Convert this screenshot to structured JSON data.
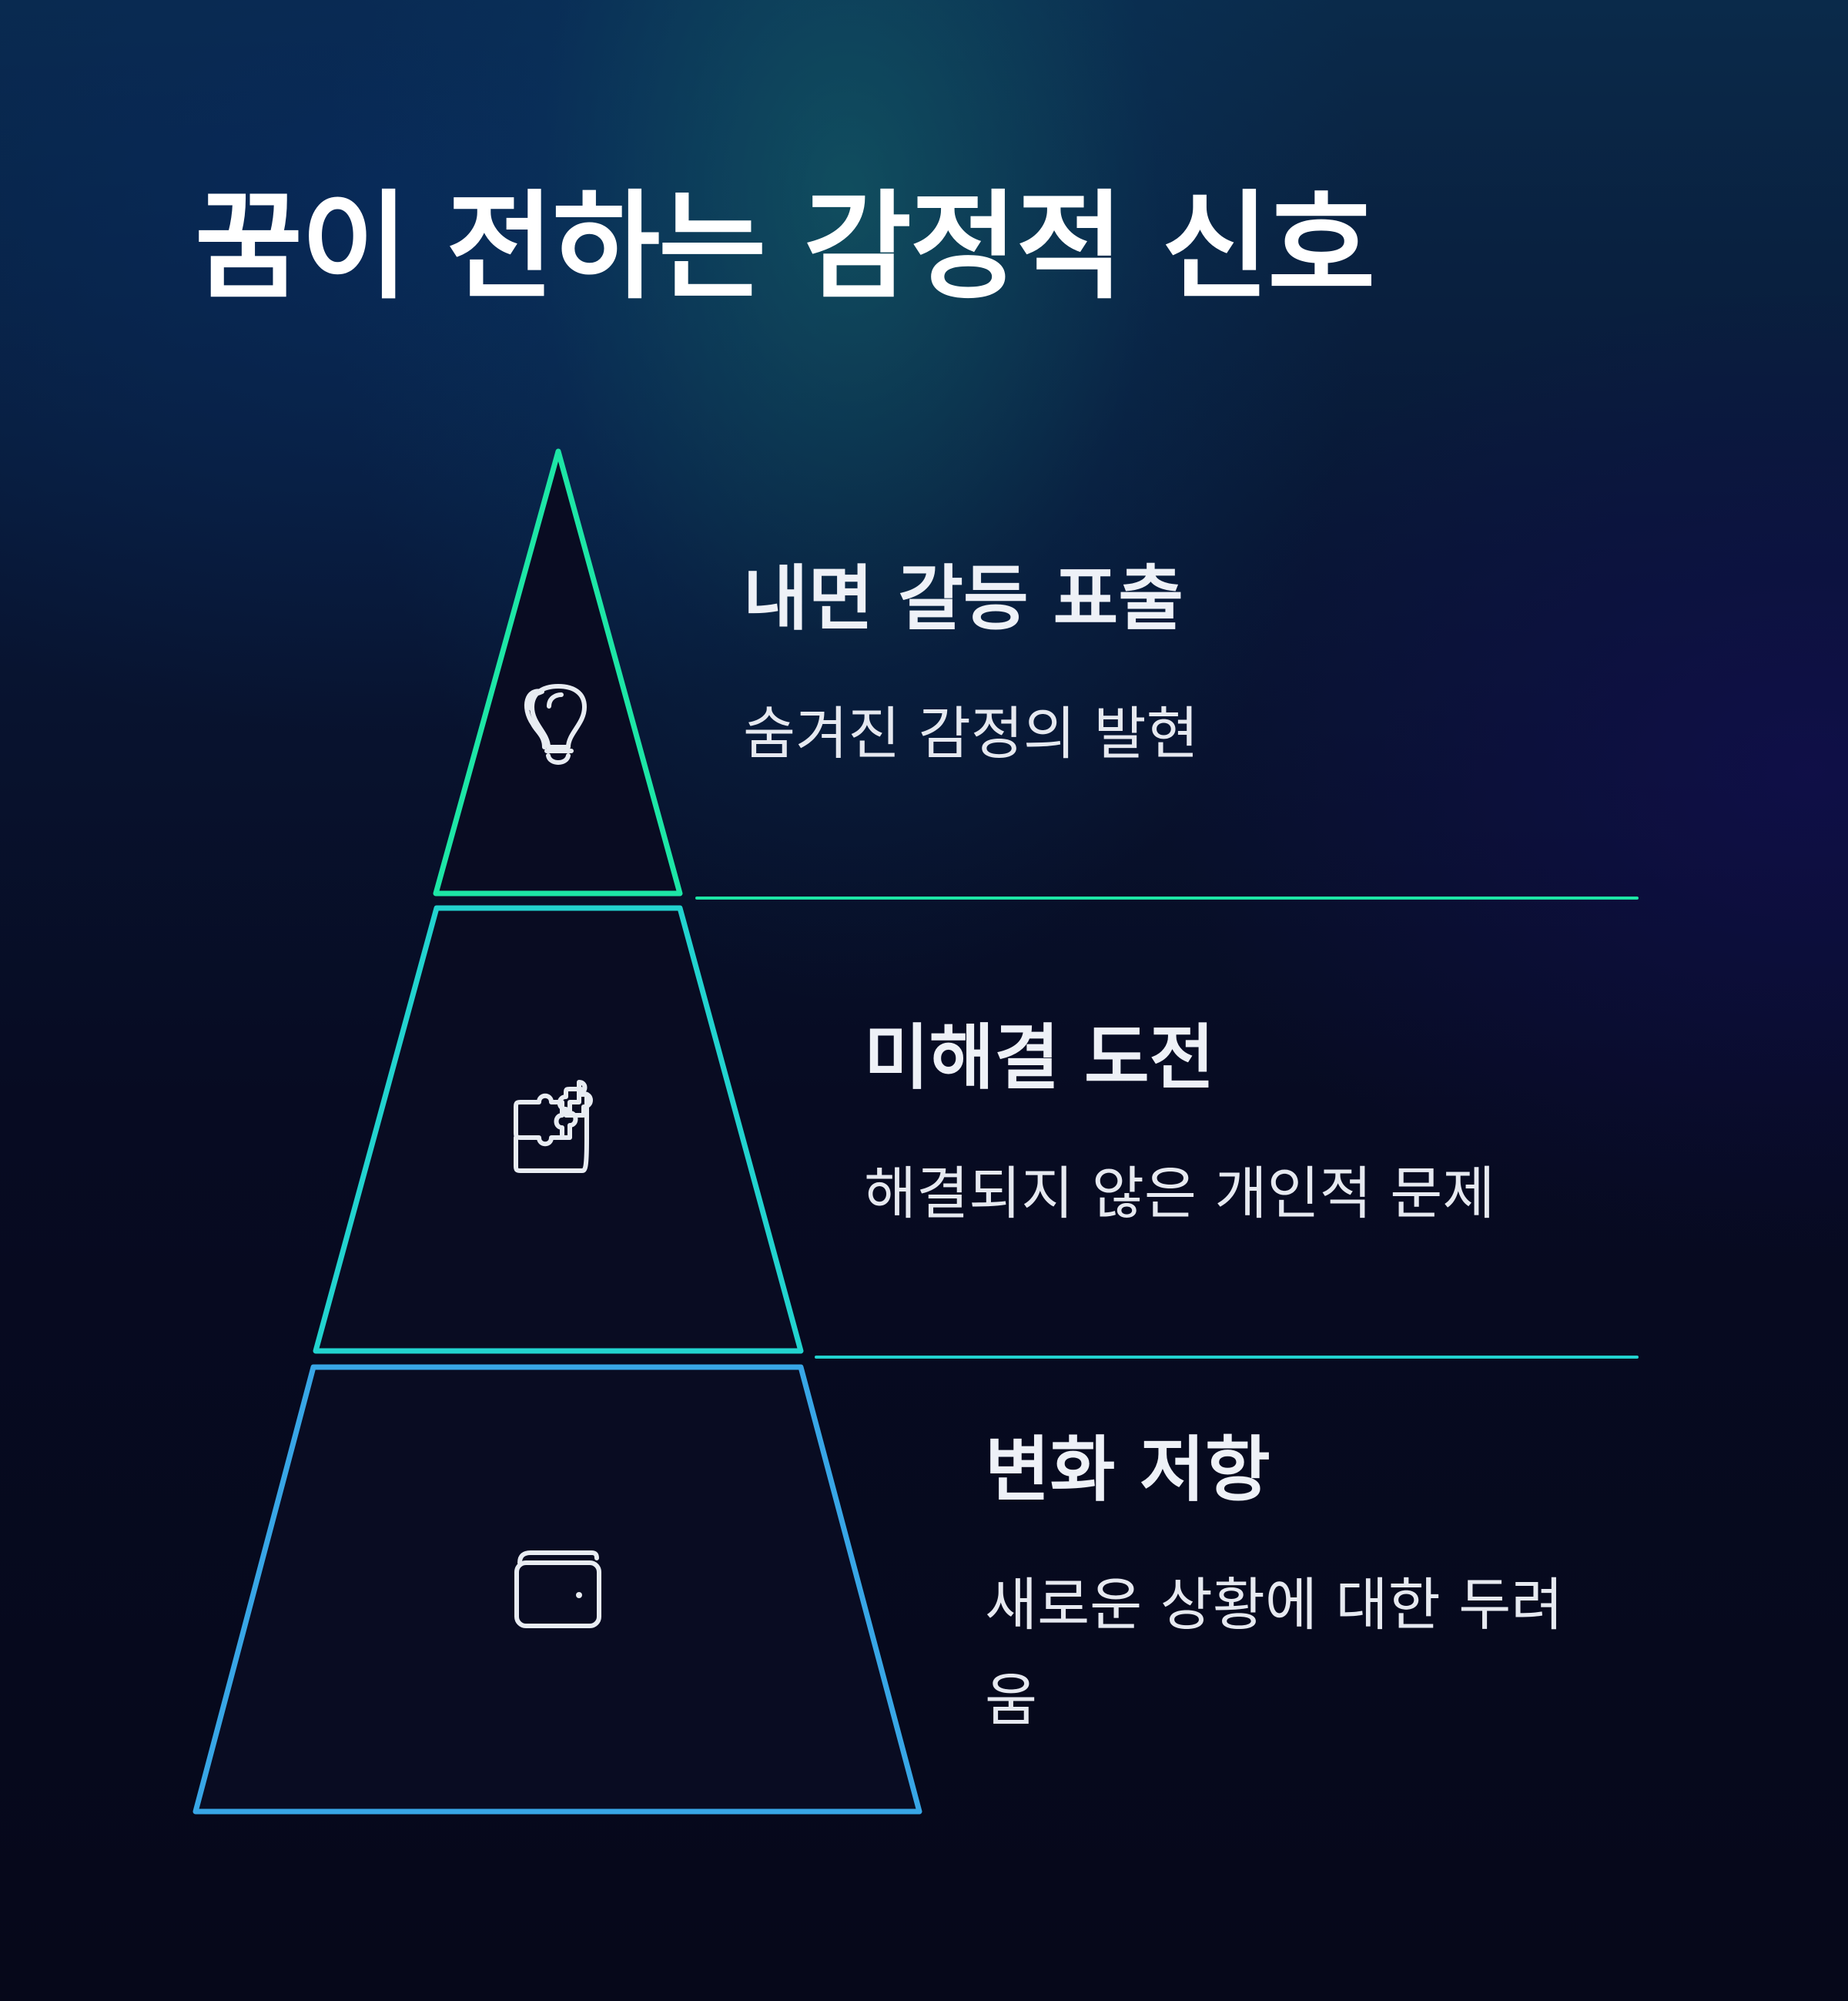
{
  "title": "꿈이 전하는 감정적 신호",
  "levels": [
    {
      "heading": "내면 갈등 표출",
      "description": "숨겨진 감정의 발현",
      "icon": "lightbulb-icon",
      "color": "#1de6a6"
    },
    {
      "heading": "미해결 도전",
      "description": "해결되지 않은 개인적 문제",
      "icon": "puzzle-icon",
      "color": "#22d3cf"
    },
    {
      "heading": "변화 저항",
      "description_line1": "새로운 상황에 대한 두려",
      "description_line2": "움",
      "icon": "wallet-icon",
      "color": "#38a6e6"
    }
  ]
}
